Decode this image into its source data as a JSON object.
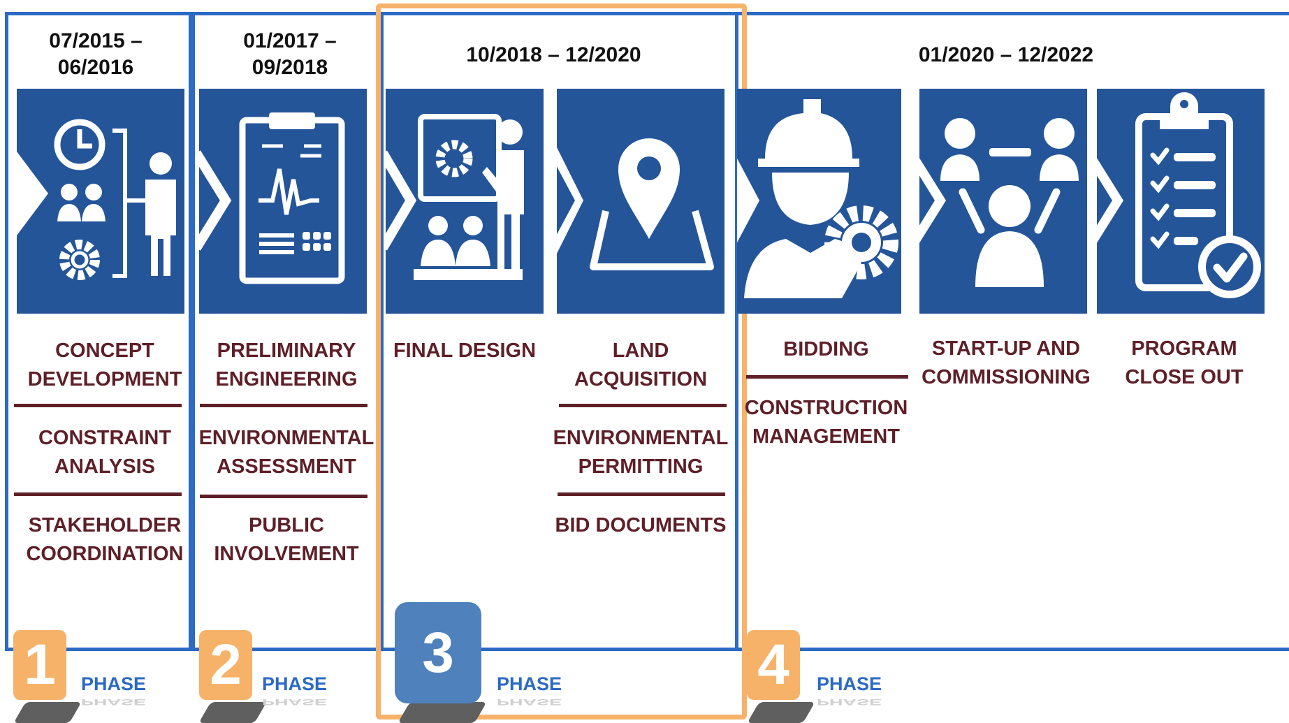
{
  "colors": {
    "tile": "#245599",
    "frame": "#2c6ac3",
    "highlight": "#f7b26a",
    "label": "#5e1f28",
    "badge_orange": "#f7b26a",
    "badge_blue": "#4f81bd"
  },
  "phases": [
    {
      "number": "1",
      "phase_label": "PHASE",
      "dates": [
        "07/2015 –",
        "06/2016"
      ]
    },
    {
      "number": "2",
      "phase_label": "PHASE",
      "dates": [
        "01/2017 –",
        "09/2018"
      ]
    },
    {
      "number": "3",
      "phase_label": "PHASE",
      "dates": [
        "10/2018 – 12/2020"
      ],
      "highlighted": true
    },
    {
      "number": "4",
      "phase_label": "PHASE",
      "dates": [
        "01/2020 – 12/2022"
      ]
    }
  ],
  "steps": [
    {
      "icon": "team-planning-icon",
      "labels": [
        [
          "CONCEPT",
          "DEVELOPMENT"
        ],
        [
          "CONSTRAINT",
          "ANALYSIS"
        ],
        [
          "STAKEHOLDER",
          "COORDINATION"
        ]
      ]
    },
    {
      "icon": "clipboard-chart-icon",
      "labels": [
        [
          "PRELIMINARY",
          "ENGINEERING"
        ],
        [
          "ENVIRONMENTAL",
          "ASSESSMENT"
        ],
        [
          "PUBLIC",
          "INVOLVEMENT"
        ]
      ]
    },
    {
      "icon": "presentation-icon",
      "labels": [
        [
          "FINAL DESIGN"
        ]
      ]
    },
    {
      "icon": "map-pin-icon",
      "labels": [
        [
          "LAND",
          "ACQUISITION"
        ],
        [
          "ENVIRONMENTAL",
          "PERMITTING"
        ],
        [
          "BID DOCUMENTS"
        ]
      ]
    },
    {
      "icon": "worker-gear-icon",
      "labels": [
        [
          "BIDDING"
        ],
        [
          "CONSTRUCTION",
          "MANAGEMENT"
        ]
      ]
    },
    {
      "icon": "meeting-icon",
      "labels": [
        [
          "START-UP AND",
          "COMMISSIONING"
        ]
      ]
    },
    {
      "icon": "checklist-icon",
      "labels": [
        [
          "PROGRAM",
          "CLOSE OUT"
        ]
      ]
    }
  ]
}
